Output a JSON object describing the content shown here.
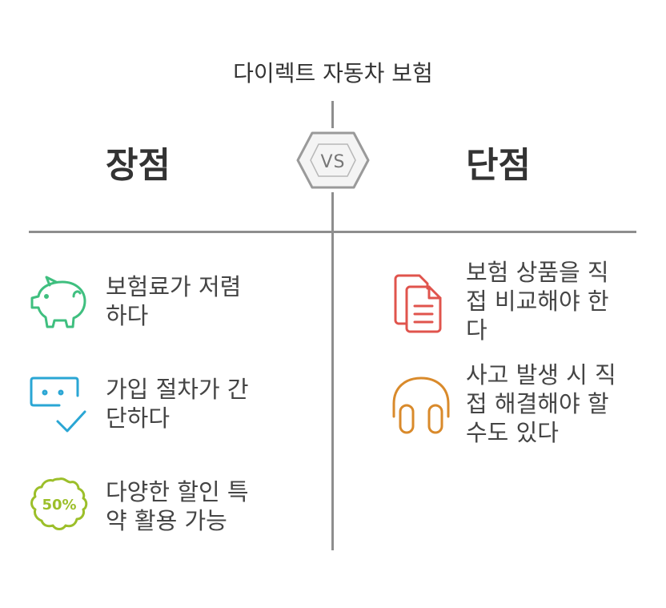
{
  "title": "다이렉트 자동차 보험",
  "vs_label": "VS",
  "pros": {
    "heading": "장점",
    "items": [
      {
        "text": "보험료가 저렴\n하다",
        "icon": "piggy-bank-icon",
        "color": "#3fbf7f"
      },
      {
        "text": "가입 절차가 간\n단하다",
        "icon": "checked-window-icon",
        "color": "#2aa6d4"
      },
      {
        "text": "다양한 할인 특\n약 활용 가능",
        "icon": "50-percent-badge-icon",
        "color": "#9cbf2a"
      }
    ]
  },
  "cons": {
    "heading": "단점",
    "items": [
      {
        "text": "보험 상품을 직\n접 비교해야 한\n다",
        "icon": "documents-icon",
        "color": "#e0544d"
      },
      {
        "text": "사고 발생 시 직\n접 해결해야 할\n수도 있다",
        "icon": "headphones-icon",
        "color": "#d98a2b"
      }
    ]
  }
}
